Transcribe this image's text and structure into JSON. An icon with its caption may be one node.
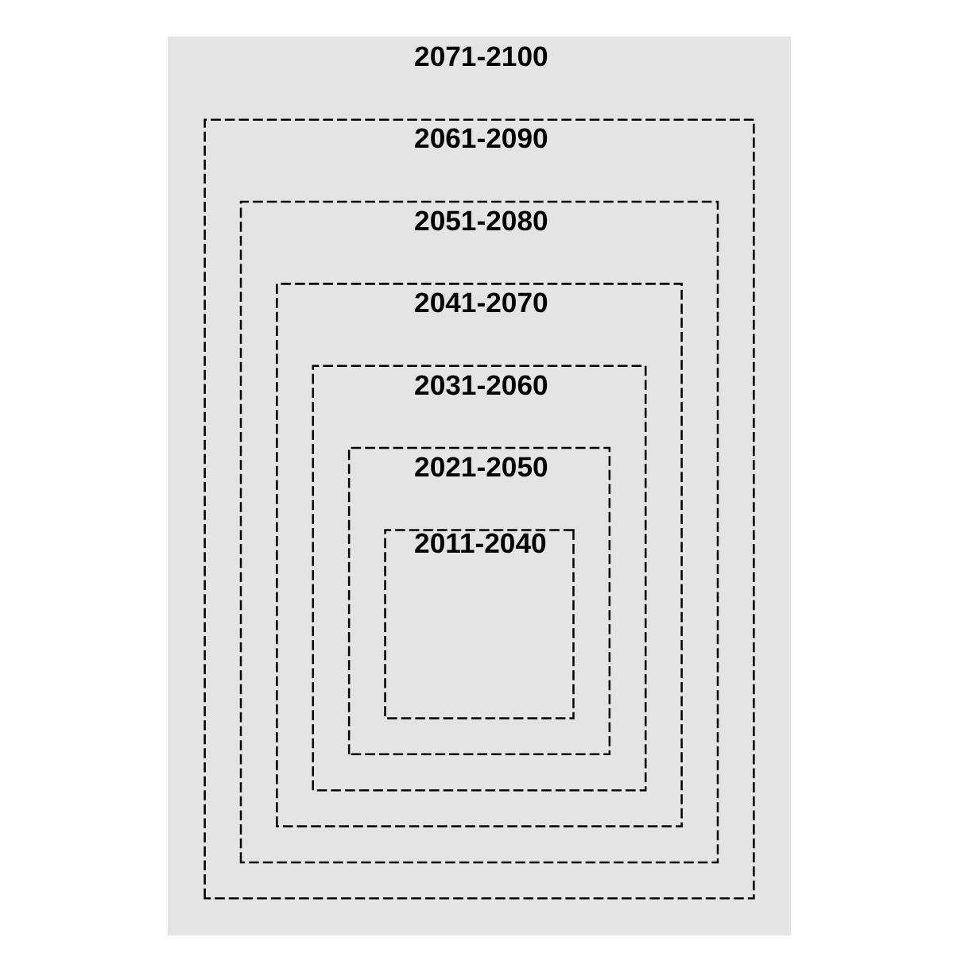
{
  "diagram": {
    "nodes": [
      {
        "text": [
          "2071-2100"
        ]
      },
      {
        "text": [
          "2061-2090"
        ],
        "in": 0
      },
      {
        "text": [
          "2051-2080"
        ],
        "in": 1
      },
      {
        "text": [
          "2041-2070"
        ],
        "in": 2
      },
      {
        "text": [
          "2031-2060"
        ],
        "in": 3
      },
      {
        "text": [
          "2021-2050"
        ],
        "in": 4
      },
      {
        "text": [
          "2011-2040"
        ],
        "in": 5
      }
    ]
  }
}
